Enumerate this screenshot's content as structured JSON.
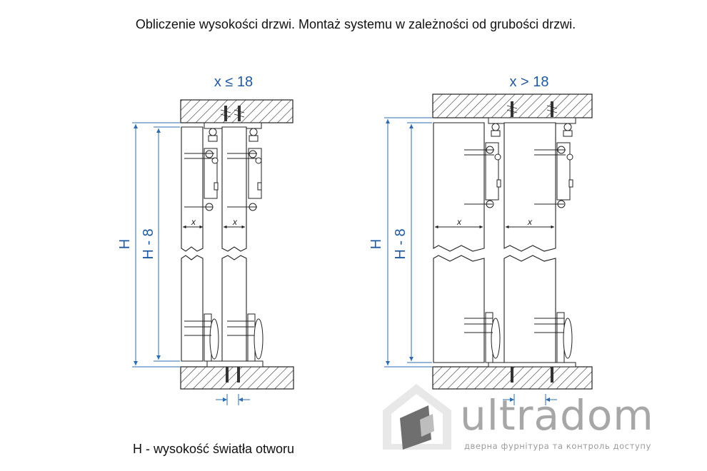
{
  "title": "Obliczenie wysokości drzwi. Montaż systemu w zależności od grubości drzwi.",
  "left_diagram": {
    "condition": "x ≤ 18",
    "h_label": "H",
    "h_minus_label": "H - 8",
    "x_label": "x"
  },
  "right_diagram": {
    "condition": "x > 18",
    "h_label": "H",
    "h_minus_label": "H - 8",
    "x_label": "x"
  },
  "caption": "H - wysokość światła otworu",
  "logo": {
    "name": "ultradom",
    "tagline": "дверна фурнітура та контроль доступу"
  },
  "colors": {
    "dimension_blue": "#1f5aa0",
    "logo_grey": "#a7a7a7"
  }
}
